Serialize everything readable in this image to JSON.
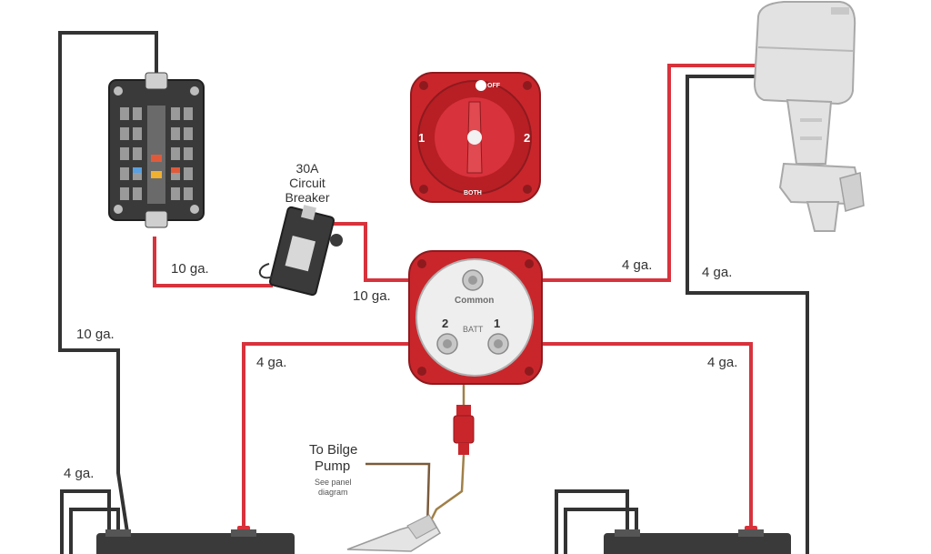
{
  "labels": {
    "breaker_line1": "30A",
    "breaker_line2": "Circuit",
    "breaker_line3": "Breaker",
    "gauge_fuse_to_breaker": "10 ga.",
    "gauge_breaker_to_common": "10 ga.",
    "gauge_fuse_ground": "10 ga.",
    "gauge_motor_positive": "4 ga.",
    "gauge_motor_negative": "4 ga.",
    "gauge_batt2_positive": "4 ga.",
    "gauge_batt1_positive": "4 ga.",
    "gauge_batt_jumper": "4 ga.",
    "pump_line1": "To Bilge",
    "pump_line2": "Pump",
    "pump_note1": "See panel",
    "pump_note2": "diagram"
  },
  "selector_switch": {
    "off": "OFF",
    "pos1": "1",
    "pos2": "2",
    "both": "BOTH"
  },
  "add_a_battery_switch": {
    "common": "Common",
    "batt": "BATT",
    "pos1": "1",
    "pos2": "2"
  },
  "colors": {
    "positive_wire": "#d8323c",
    "negative_wire": "#333333",
    "switch_red": "#c9262c",
    "switch_face": "#eeeeee",
    "fuse_block": "#3a3a3a"
  },
  "icons": [
    "fuse-block-icon",
    "circuit-breaker-icon",
    "outboard-motor-icon",
    "battery-selector-switch-icon",
    "battery-switch-icon",
    "float-switch-icon",
    "battery-icon"
  ]
}
